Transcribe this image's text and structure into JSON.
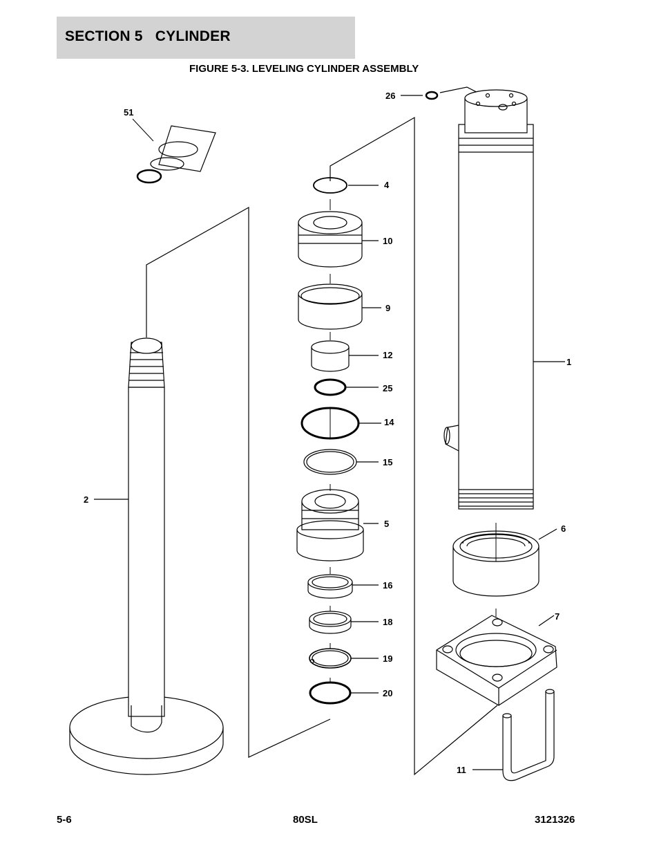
{
  "header": {
    "section": "SECTION 5   CYLINDER"
  },
  "figure": {
    "title": "FIGURE 5-3. LEVELING CYLINDER ASSEMBLY"
  },
  "callouts": [
    {
      "id": "26",
      "label": "26"
    },
    {
      "id": "51",
      "label": "51"
    },
    {
      "id": "4",
      "label": "4"
    },
    {
      "id": "10",
      "label": "10"
    },
    {
      "id": "9",
      "label": "9"
    },
    {
      "id": "12",
      "label": "12"
    },
    {
      "id": "1",
      "label": "1"
    },
    {
      "id": "25",
      "label": "25"
    },
    {
      "id": "14",
      "label": "14"
    },
    {
      "id": "15",
      "label": "15"
    },
    {
      "id": "2",
      "label": "2"
    },
    {
      "id": "5",
      "label": "5"
    },
    {
      "id": "6",
      "label": "6"
    },
    {
      "id": "16",
      "label": "16"
    },
    {
      "id": "7",
      "label": "7"
    },
    {
      "id": "18",
      "label": "18"
    },
    {
      "id": "19",
      "label": "19"
    },
    {
      "id": "20",
      "label": "20"
    },
    {
      "id": "11",
      "label": "11"
    }
  ],
  "footer": {
    "page": "5-6",
    "model": "80SL",
    "doc_number": "3121326"
  }
}
